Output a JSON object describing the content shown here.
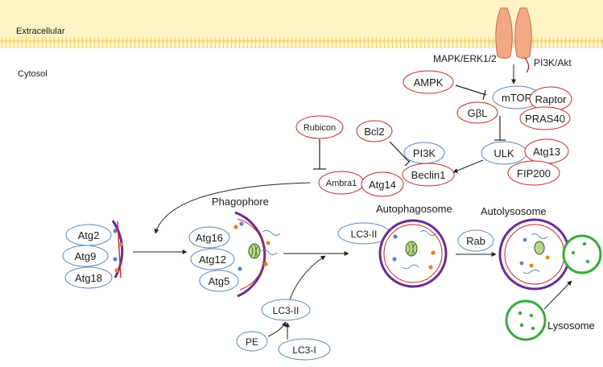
{
  "regions": {
    "extracellular": "Extracellular",
    "cytosol": "Cytosol"
  },
  "receptors": {
    "left": "MAPK/ERK1/2",
    "right": "PI3K/Akt"
  },
  "mtor_complex": {
    "ampk": "AMPK",
    "mtor": "mTOR",
    "raptor": "Raptor",
    "gbl": "GβL",
    "pras40": "PRAS40"
  },
  "ulk_complex": {
    "ulk": "ULK",
    "atg13": "Atg13",
    "fip200": "FIP200"
  },
  "beclin_complex": {
    "rubicon": "Rubicon",
    "bcl2": "Bcl2",
    "pi3k": "PI3K",
    "ambra1": "Ambra1",
    "atg14": "Atg14",
    "beclin1": "Beclin1"
  },
  "nucleation": {
    "atg2": "Atg2",
    "atg9": "Atg9",
    "atg18": "Atg18"
  },
  "elongation": {
    "stage_label": "Phagophore",
    "atg16": "Atg16",
    "atg12": "Atg12",
    "atg5": "Atg5"
  },
  "lc3": {
    "lc3ii_top": "LC3-II",
    "lc3ii_bottom": "LC3-II",
    "pe": "PE",
    "lc3i": "LC3-I"
  },
  "stages": {
    "autophagosome": "Autophagosome",
    "autolysosome": "Autolysosome",
    "rab": "Rab",
    "lysosome": "Lysosome"
  },
  "colors": {
    "membrane": "#fdf3c4",
    "lipid_head": "#f3d780",
    "receptor": "#f2a883",
    "red_node": "#c62828",
    "blue_node": "#5b87b8",
    "purple_membrane": "#6a2c91",
    "lysosome": "#3aaa3a"
  }
}
